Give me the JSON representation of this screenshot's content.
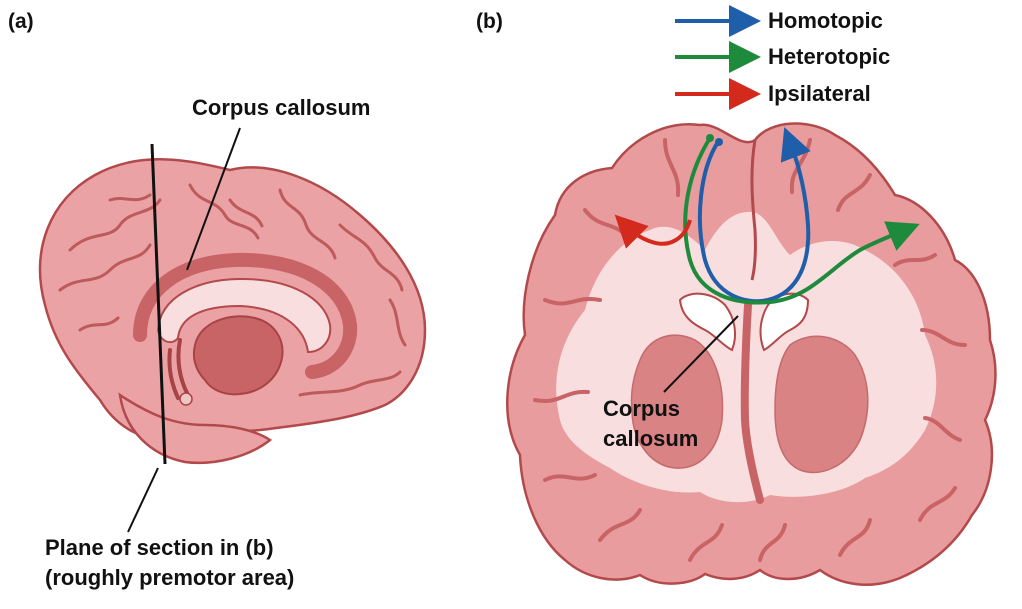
{
  "panel_a": {
    "panel_label": "(a)",
    "corpus_label": "Corpus callosum",
    "plane_label_line1": "Plane of section in (b)",
    "plane_label_line2": "(roughly premotor area)"
  },
  "panel_b": {
    "panel_label": "(b)",
    "corpus_label_line1": "Corpus",
    "corpus_label_line2": "callosum"
  },
  "legend": {
    "items": [
      {
        "label": "Homotopic",
        "color": "#1f5ea8"
      },
      {
        "label": "Heterotopic",
        "color": "#1e8a3c"
      },
      {
        "label": "Ipsilateral",
        "color": "#d42a1e"
      }
    ]
  },
  "colors": {
    "tissue": "#e99c9d",
    "tissue_dark": "#c96466",
    "white_matter": "#f8dede",
    "outline": "#b2494b"
  }
}
